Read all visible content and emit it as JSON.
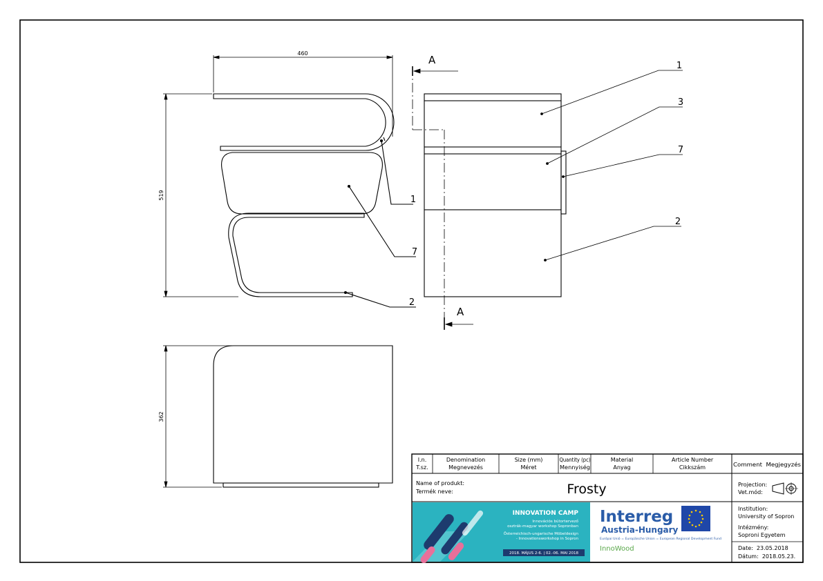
{
  "dimensions": {
    "width": "460",
    "height": "519",
    "depth": "362"
  },
  "section": {
    "start": "A",
    "end": "A"
  },
  "part_labels": {
    "side_top_frame": "1",
    "side_cushion": "7",
    "side_bottom_frame": "2",
    "side_frame_bend": "1",
    "front_top": "1",
    "front_middle": "3",
    "front_side_panel": "7",
    "front_bottom": "2"
  },
  "title_block": {
    "headers": {
      "item_no": [
        "I.n.",
        "T.sz."
      ],
      "denomination": [
        "Denomination",
        "Megnevezés"
      ],
      "size": [
        "Size (mm)",
        "Méret"
      ],
      "quantity": [
        "Quantity (pc)",
        "Mennyiség"
      ],
      "material": [
        "Material",
        "Anyag"
      ],
      "article_number": [
        "Article Number",
        "Cikkszám"
      ],
      "comment": "Comment  Megjegyzés"
    },
    "name_label_en": "Name of produkt:",
    "name_label_hu": "Termék neve:",
    "product_name": "Frosty",
    "projection_label_en": "Projection:",
    "projection_label_hu": "Vet.mód:",
    "institution_label_en": "Institution:",
    "institution_en": "University of Sopron",
    "institution_label_hu": "Intézmény:",
    "institution_hu": "Soproni Egyetem",
    "date_en": "Date:  23.05.2018",
    "date_hu": "Dátum:  2018.05.23."
  },
  "banner": {
    "camp_title": "INNOVATION CAMP",
    "lines": [
      "Innovációs bútortervező",
      "osztrák-magyar workshop Sopronban",
      "Österreichisch-ungarische Möbeldesign",
      "- Innovationsworkshop in Sopron"
    ],
    "dates": "2018. MÁJUS 2-6. | 02.-06. MAI 2018",
    "logo_title": "Interreg",
    "logo_subtitle": "Austria-Hungary",
    "logo_fund": "Európai Unió = Europäische Union = European Regional Development Fund",
    "project": "InnoWood",
    "colors": {
      "teal": "#2bb3c0",
      "teal_light": "#6fd0d8",
      "navy": "#1d3b6e",
      "eu_blue": "#1f47a8",
      "eu_star": "#ffcc00",
      "pink": "#e8709a",
      "green": "#5aa84a"
    }
  }
}
